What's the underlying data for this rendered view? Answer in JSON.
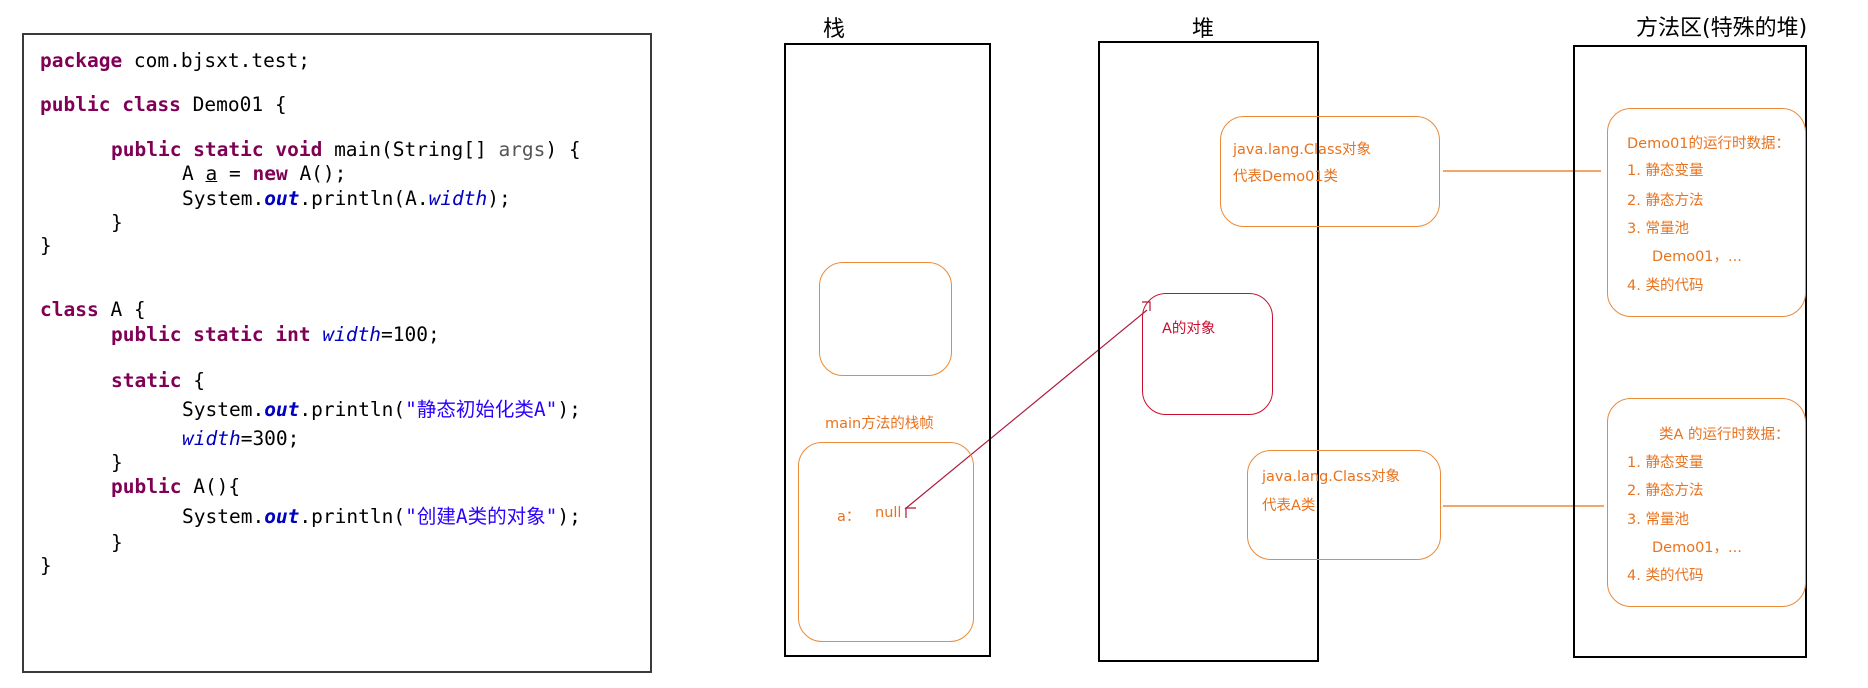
{
  "code": {
    "package_kw": "package",
    "package_name": " com.bjsxt.test;",
    "public_kw": "public",
    "class_kw": "class",
    "demo_class_decl": " Demo01 {",
    "public_static_void": "public static void",
    "main_sig_start": " main(String[] ",
    "args": "args",
    "main_sig_end": ") {",
    "line_a_start": "A ",
    "var_a": "a",
    "line_a_mid": " = ",
    "new_kw": "new",
    "line_a_end": " A();",
    "system_text": "System.",
    "out_text": "out",
    "println_a": ".println(A.",
    "width_text": "width",
    "println_end": ");",
    "close_brace": "}",
    "class_a_decl": " A {",
    "public_static_int": "public static int",
    "width_assign": "=100;",
    "static_kw": "static",
    "static_open": " {",
    "println_open": ".println(",
    "static_string": "\"静态初始化类A\"",
    "width_300": "=300;",
    "constructor_decl": "A(){",
    "ctor_string": "\"创建A类的对象\""
  },
  "diagram": {
    "stack_title": "栈",
    "heap_title": "堆",
    "method_area_title": "方法区(特殊的堆)",
    "main_frame_label": "main方法的栈帧",
    "var_a_label": "a：",
    "null_label": "null",
    "demo_class_obj_line1": "java.lang.Class对象",
    "demo_class_obj_line2": "代表Demo01类",
    "a_object_label": "A的对象",
    "a_class_obj_line1": "java.lang.Class对象",
    "a_class_obj_line2": "代表A类",
    "demo_runtime": {
      "title": "Demo01的运行时数据：",
      "items": [
        "1. 静态变量",
        "2. 静态方法",
        "3. 常量池",
        "Demo01，...",
        "4. 类的代码"
      ]
    },
    "a_runtime": {
      "title": "类A 的运行时数据：",
      "items": [
        "1. 静态变量",
        "2. 静态方法",
        "3. 常量池",
        "Demo01，...",
        "4. 类的代码"
      ]
    },
    "colors": {
      "orange": "#ec8a37",
      "red": "#c8102e",
      "keyword": "#7f0055",
      "field": "#0000c0",
      "string": "#2a00ff"
    }
  }
}
